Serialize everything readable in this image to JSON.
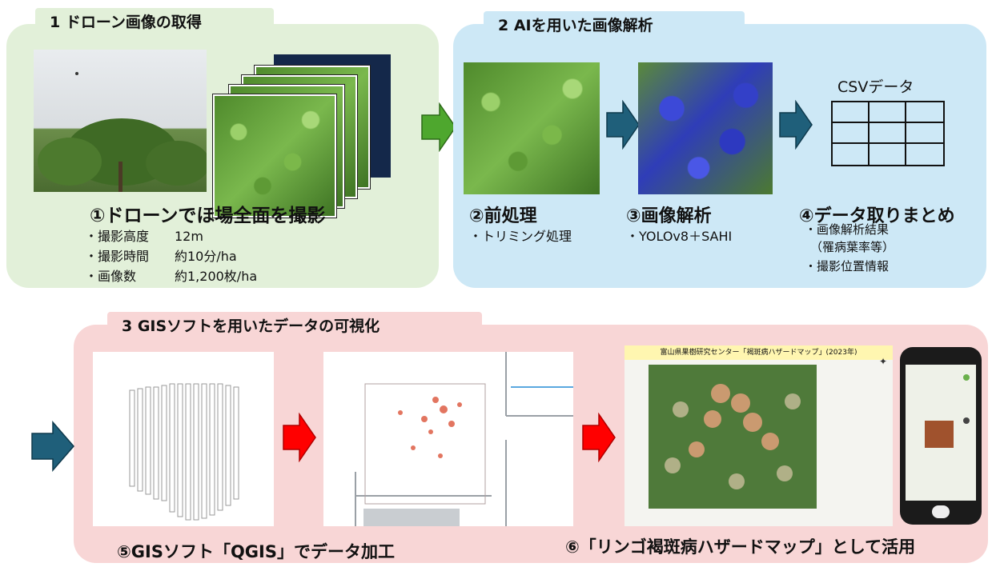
{
  "section1": {
    "title": "1 ドローン画像の取得",
    "heading": "①ドローンでほ場全面を撮影",
    "items": [
      "・撮影高度　　12m",
      "・撮影時間　　約10分/ha",
      "・画像数　　　約1,200枚/ha"
    ]
  },
  "section2": {
    "title": "2 AIを用いた画像解析",
    "csv_label": "CSVデータ",
    "step2": {
      "heading": "②前処理",
      "items": [
        "・トリミング処理"
      ]
    },
    "step3": {
      "heading": "③画像解析",
      "items": [
        "・YOLOv8＋SAHI"
      ]
    },
    "step4": {
      "heading": "④データ取りまとめ",
      "items": [
        "・画像解析結果",
        "（罹病葉率等）",
        "・撮影位置情報"
      ]
    }
  },
  "section3": {
    "title": "3 GISソフトを用いたデータの可視化",
    "map_title": "富山県果樹研究センター「褐斑病ハザードマップ」(2023年)",
    "caption5": "⑤GISソフト「QGIS」でデータ加工",
    "caption6": "⑥「リンゴ褐斑病ハザードマップ」として活用"
  },
  "colors": {
    "green_panel": "#e2f0d9",
    "blue_panel": "#cde8f6",
    "pink_panel": "#f8d6d6",
    "green_arrow": "#4ea72e",
    "teal_arrow": "#1f5f7a",
    "red_arrow": "#ff0000"
  }
}
